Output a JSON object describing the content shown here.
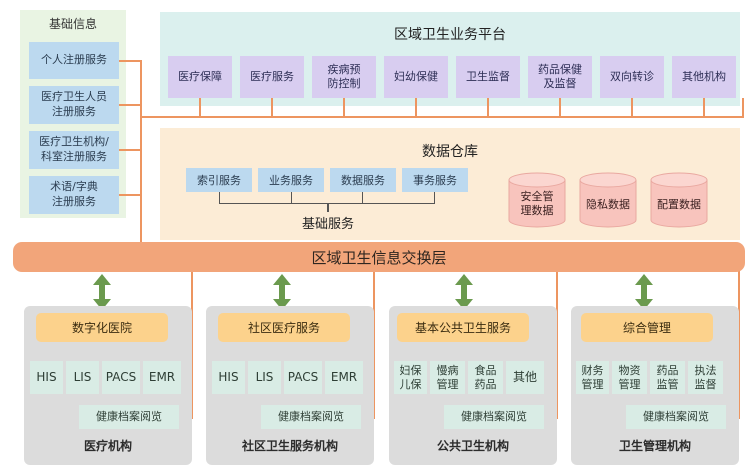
{
  "left_panel": {
    "title": "基础信息",
    "items": [
      "个人注册服务",
      "医疗卫生人员\n注册服务",
      "医疗卫生机构/\n科室注册服务",
      "术语/字典\n注册服务"
    ]
  },
  "platform": {
    "title": "区域卫生业务平台",
    "services": [
      "医疗保障",
      "医疗服务",
      "疾病预\n防控制",
      "妇幼保健",
      "卫生监督",
      "药品保健\n及监督",
      "双向转诊",
      "其他机构"
    ]
  },
  "warehouse": {
    "title": "数据仓库",
    "base_services": [
      "索引服务",
      "业务服务",
      "数据服务",
      "事务服务"
    ],
    "base_label": "基础服务",
    "cylinders": [
      "安全管\n理数据",
      "隐私数据",
      "配置数据"
    ]
  },
  "exchange": {
    "label": "区域卫生信息交换层"
  },
  "domains": [
    {
      "header": "数字化医院",
      "boxes": [
        "HIS",
        "LIS",
        "PACS",
        "EMR"
      ],
      "footer_box": "健康档案阅览",
      "title": "医疗机构"
    },
    {
      "header": "社区医疗服务",
      "boxes": [
        "HIS",
        "LIS",
        "PACS",
        "EMR"
      ],
      "footer_box": "健康档案阅览",
      "title": "社区卫生服务机构"
    },
    {
      "header": "基本公共卫生服务",
      "boxes": [
        "妇保\n儿保",
        "慢病\n管理",
        "食品\n药品",
        "其他"
      ],
      "footer_box": "健康档案阅览",
      "title": "公共卫生机构"
    },
    {
      "header": "综合管理",
      "boxes": [
        "财务\n管理",
        "物资\n管理",
        "药品\n监管",
        "执法\n监督"
      ],
      "footer_box": "健康档案阅览",
      "title": "卫生管理机构"
    }
  ],
  "colors": {
    "connector": "#ed9560",
    "arrow": "#6b9a4e",
    "exchange": "#f2a57a",
    "platform_bg": "#dbf0ee",
    "service_box": "#d8cdf0",
    "warehouse_bg": "#fcecd6",
    "blue_box": "#bcd9ef",
    "cylinder": "#f8c4bd"
  }
}
